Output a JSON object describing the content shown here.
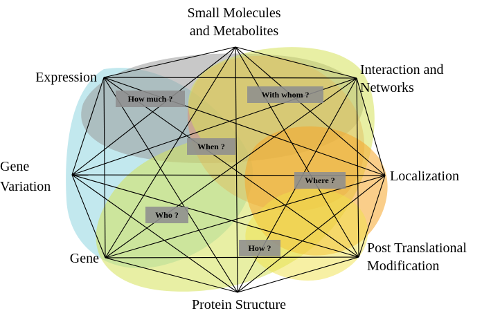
{
  "nodes": [
    {
      "id": "small-molecules",
      "label_lines": [
        "Small Molecules",
        "and Metabolites"
      ]
    },
    {
      "id": "interaction",
      "label_lines": [
        "Interaction and",
        "Networks"
      ]
    },
    {
      "id": "localization",
      "label_lines": [
        "Localization"
      ]
    },
    {
      "id": "ptm",
      "label_lines": [
        "Post Translational",
        "Modification"
      ]
    },
    {
      "id": "protein-structure",
      "label_lines": [
        "Protein Structure"
      ]
    },
    {
      "id": "gene",
      "label_lines": [
        "Gene"
      ]
    },
    {
      "id": "gene-variation",
      "label_lines": [
        "Gene",
        "Variation"
      ]
    },
    {
      "id": "expression",
      "label_lines": [
        "Expression"
      ]
    }
  ],
  "questions": [
    {
      "id": "how-much",
      "text": "How much ?"
    },
    {
      "id": "with-whom",
      "text": "With whom ?"
    },
    {
      "id": "when",
      "text": "When ?"
    },
    {
      "id": "where",
      "text": "Where ?"
    },
    {
      "id": "who",
      "text": "Who ?"
    },
    {
      "id": "how",
      "text": "How ?"
    }
  ],
  "regions": [
    {
      "id": "cyan",
      "color": "#8fd6e0"
    },
    {
      "id": "grey",
      "color": "#9b9b9b"
    },
    {
      "id": "orange-red",
      "color": "#ee8a5c"
    },
    {
      "id": "yellow-green",
      "color": "#d6e25a"
    },
    {
      "id": "orange",
      "color": "#f5a62a"
    },
    {
      "id": "yellow",
      "color": "#efe24a"
    }
  ]
}
